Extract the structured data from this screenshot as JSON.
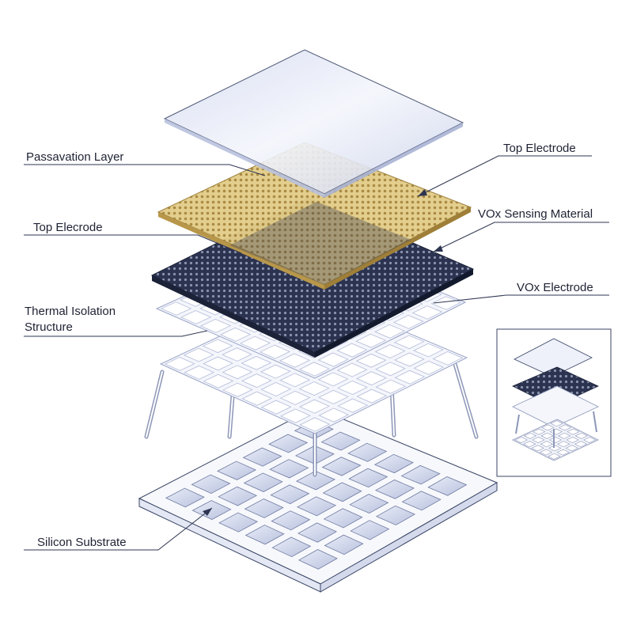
{
  "diagram": {
    "labels": {
      "passivation_layer": "Passavation Layer",
      "top_electrode_right": "Top Electrode",
      "top_electrode_left": "Top Elecrode",
      "vox_sensing_material": "VOx Sensing Material",
      "vox_electrode": "VOx Electrode",
      "thermal_isolation_line1": "Thermal Isolation",
      "thermal_isolation_line2": "Structure",
      "silicon_substrate": "Silicon Substrate"
    },
    "colors": {
      "leader_line": "#2d3550",
      "glass": "#dfe4f4",
      "gold": "#d9c07a",
      "gold_dot": "#a8883e",
      "dark_mesh": "#2b3350",
      "dark_dot": "#8a93ad",
      "frame": "#c8cfe6",
      "substrate": "#f7f8fc",
      "pad": "#cfd6ea"
    }
  }
}
